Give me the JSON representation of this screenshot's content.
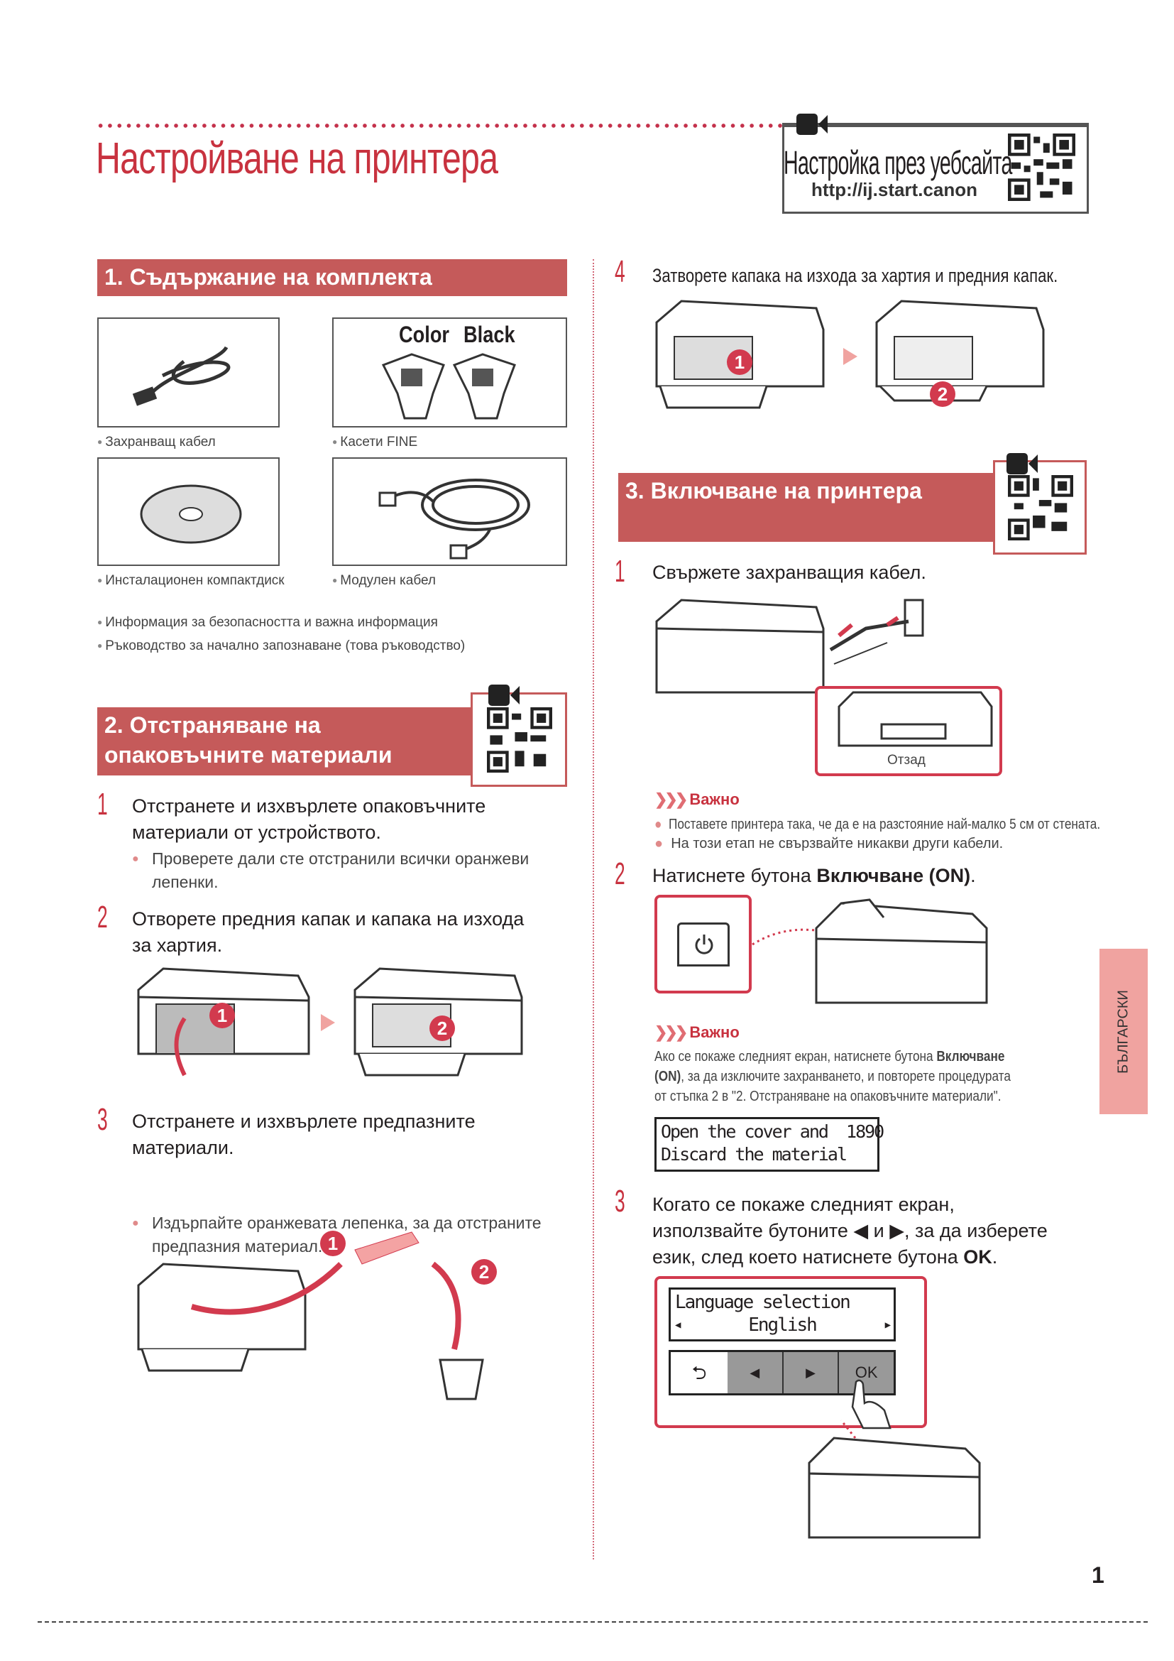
{
  "page": {
    "title": "Настройване на принтера",
    "web_setup": {
      "label": "Настройка през уебсайта",
      "url": "http://ij.start.canon"
    },
    "side_tab": "БЪЛГАРСКИ",
    "page_number": "1"
  },
  "section1": {
    "title": "1. Съдържание на комплекта",
    "items": [
      {
        "caption": "Захранващ кабел"
      },
      {
        "caption": "Касети FINE",
        "labels": [
          "Color",
          "Black"
        ]
      },
      {
        "caption": "Инсталационен компактдиск"
      },
      {
        "caption": "Модулен кабел"
      }
    ],
    "extras": [
      "Информация за безопасността и важна информация",
      "Ръководство за начално запознаване (това ръководство)"
    ]
  },
  "section2": {
    "title_line1": "2. Отстраняване на",
    "title_line2": "опаковъчните материали",
    "steps": [
      {
        "num": "1",
        "line1": "Отстранете и изхвърлете опаковъчните",
        "line2": "материали от устройството.",
        "bullet1": "Проверете дали сте отстранили всички оранжеви",
        "bullet2": "лепенки."
      },
      {
        "num": "2",
        "line1": "Отворете предния капак и капака на изхода",
        "line2": "за хартия."
      },
      {
        "num": "3",
        "line1": "Отстранете и изхвърлете предпазните",
        "line2": "материали.",
        "bullet1": "Издърпайте оранжевата лепенка, за да отстраните",
        "bullet2": "предпазния материал."
      }
    ]
  },
  "step4": {
    "num": "4",
    "text": "Затворете капака на изхода за хартия и предния капак."
  },
  "section3": {
    "title": "3. Включване на принтера",
    "step1": {
      "num": "1",
      "text": "Свържете захранващия кабел.",
      "back_label": "Отзад"
    },
    "important1": {
      "label": "Важно",
      "bullets": [
        "Поставете принтера така, че да е на разстояние най-малко 5 см от стената.",
        "На този етап не свързвайте никакви други кабели."
      ]
    },
    "step2": {
      "num": "2",
      "text": "Натиснете бутона ",
      "bold": "Включване (ON)",
      "end": "."
    },
    "important2": {
      "label": "Важно",
      "line1a": "Ако се покаже следният екран, натиснете бутона ",
      "line1b": "Включване",
      "line2a": "(ON)",
      "line2b": ", за да изключите захранването, и повторете процедурата",
      "line3": "от стъпка 2 в \"2. Отстраняване на опаковъчните материали\"."
    },
    "lcd1": {
      "line1": "Open the cover and  1890",
      "line2": "Discard the material"
    },
    "step3": {
      "num": "3",
      "line1": "Когато се покаже следният екран,",
      "line2a": "използвайте бутоните ",
      "and": " и ",
      "line2b": ", за да изберете",
      "line3a": "език, след което натиснете бутона ",
      "line3b": "OK",
      "end": "."
    },
    "lcd2": {
      "line1": "Language selection",
      "line2": "English",
      "ok": "OK"
    }
  },
  "badges": [
    "1",
    "2"
  ],
  "colors": {
    "accent": "#c8323f",
    "header": "#c55a5a",
    "tab": "#f0a3a0"
  }
}
